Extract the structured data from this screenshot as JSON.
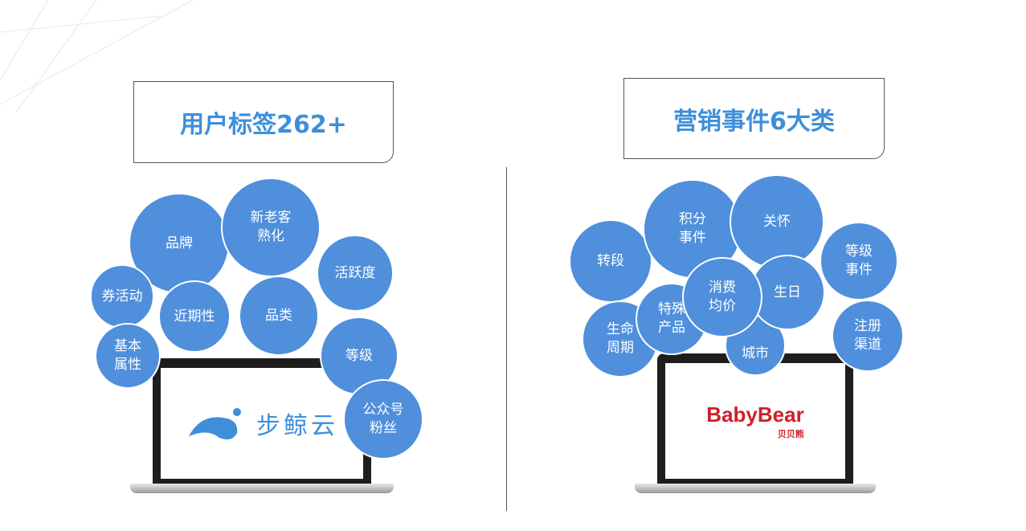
{
  "left": {
    "title": "用户标签262+",
    "logo_text": "步鲸云",
    "bubbles": [
      "品牌",
      "新老客\n熟化",
      "活跃度",
      "券活动",
      "近期性",
      "品类",
      "基本\n属性",
      "等级",
      "公众号\n粉丝"
    ]
  },
  "right": {
    "title": "营销事件6大类",
    "logo": {
      "en": "BabyBear",
      "cn": "贝贝熊"
    },
    "bubbles": [
      "转段",
      "积分\n事件",
      "关怀",
      "等级\n事件",
      "生命\n周期",
      "特殊\n产品",
      "城市",
      "生日",
      "消费\n均价",
      "注册\n渠道"
    ]
  },
  "colors": {
    "accent": "#3d8fd9",
    "bubble": "#4f8fdc",
    "brand_red": "#d0202a"
  }
}
